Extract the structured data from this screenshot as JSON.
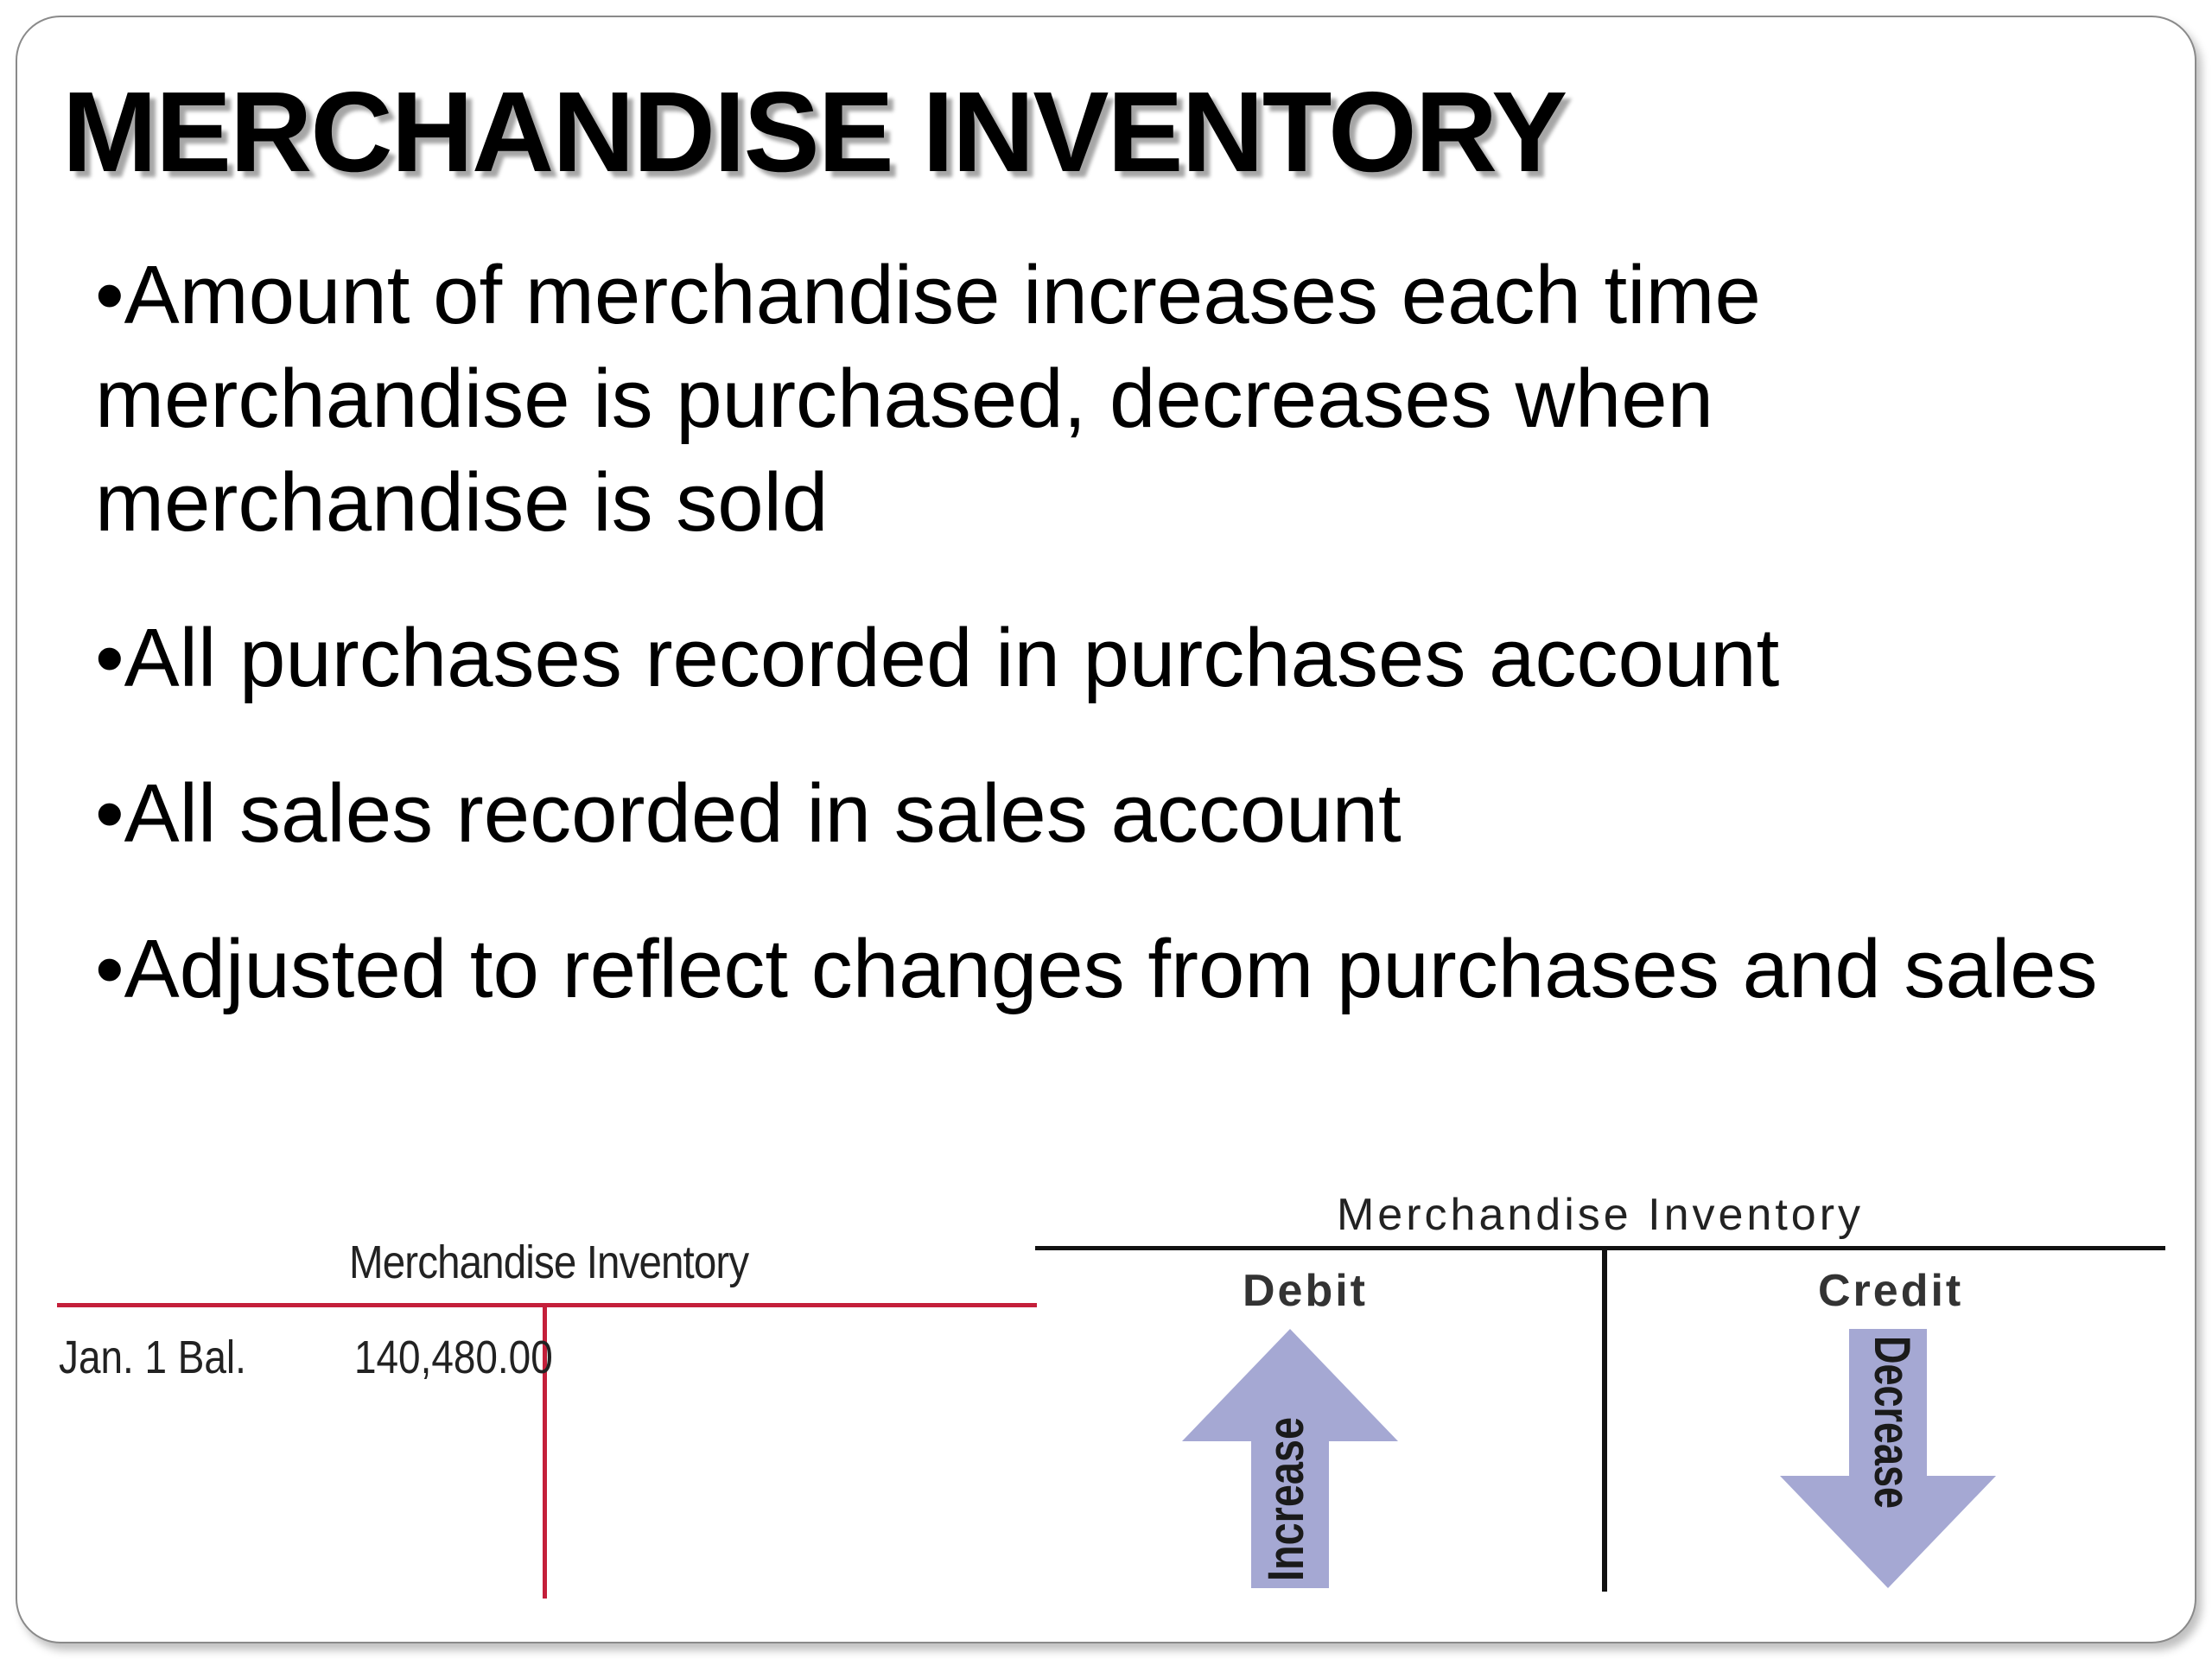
{
  "slide": {
    "title": "MERCHANDISE INVENTORY",
    "bullets": [
      "•Amount of merchandise increases each time merchandise is purchased, decreases when merchandise is sold",
      "•All purchases recorded in purchases account",
      "•All sales recorded in sales account",
      "•Adjusted to reflect changes from purchases and sales"
    ]
  },
  "t_account_left": {
    "title": "Merchandise Inventory",
    "row_label": "Jan. 1 Bal.",
    "row_value": "140,480.00",
    "line_color": "#c41f3a"
  },
  "t_account_right": {
    "title": "Merchandise Inventory",
    "debit_label": "Debit",
    "credit_label": "Credit",
    "increase_label": "Increase",
    "decrease_label": "Decrease",
    "arrow_color": "#a5a8d3",
    "increase_icon": "arrow-up-icon",
    "decrease_icon": "arrow-down-icon"
  }
}
